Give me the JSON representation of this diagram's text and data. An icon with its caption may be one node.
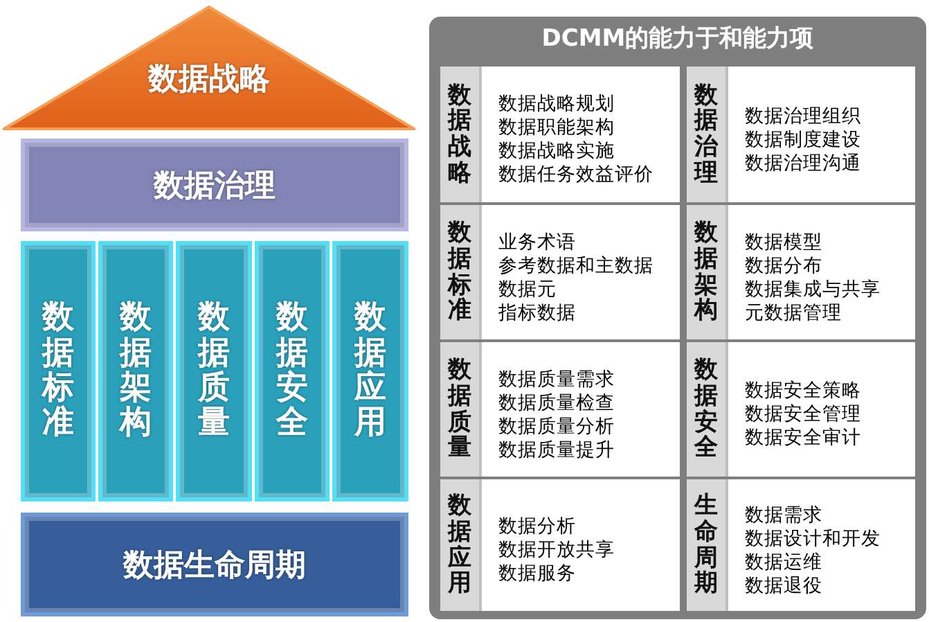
{
  "diagram": {
    "nodes": [
      {
        "text": [
          "数据战略"
        ]
      },
      {
        "text": [
          "数据治理"
        ]
      },
      {
        "text": [
          "数据标准"
        ]
      },
      {
        "text": [
          "数据架构"
        ]
      },
      {
        "text": [
          "数据质量"
        ]
      },
      {
        "text": [
          "数据安全"
        ]
      },
      {
        "text": [
          "数据应用"
        ]
      },
      {
        "text": [
          "数据生命周期"
        ]
      },
      {
        "text": [
          "DCMM的能力于和能力项"
        ]
      },
      {
        "text": [
          "数据战略",
          "数据战略规划",
          "数据职能架构",
          "数据战略实施",
          "数据任务效益评价"
        ],
        "in": 8
      },
      {
        "text": [
          "数据治理",
          "数据治理组织",
          "数据制度建设",
          "数据治理沟通"
        ],
        "in": 8
      },
      {
        "text": [
          "数据标准",
          "业务术语",
          "参考数据和主数据",
          "数据元",
          "指标数据"
        ],
        "in": 8
      },
      {
        "text": [
          "数据架构",
          "数据模型",
          "数据分布",
          "数据集成与共享",
          "元数据管理"
        ],
        "in": 8
      },
      {
        "text": [
          "数据质量",
          "数据质量需求",
          "数据质量检查",
          "数据质量分析",
          "数据质量提升"
        ],
        "in": 8
      },
      {
        "text": [
          "数据安全",
          "数据安全策略",
          "数据安全管理",
          "数据安全审计"
        ],
        "in": 8
      },
      {
        "text": [
          "数据应用",
          "数据分析",
          "数据开放共享",
          "数据服务"
        ],
        "in": 8
      },
      {
        "text": [
          "生命周期",
          "数据需求",
          "数据设计和开发",
          "数据运维",
          "数据退役"
        ],
        "in": 8
      }
    ]
  }
}
